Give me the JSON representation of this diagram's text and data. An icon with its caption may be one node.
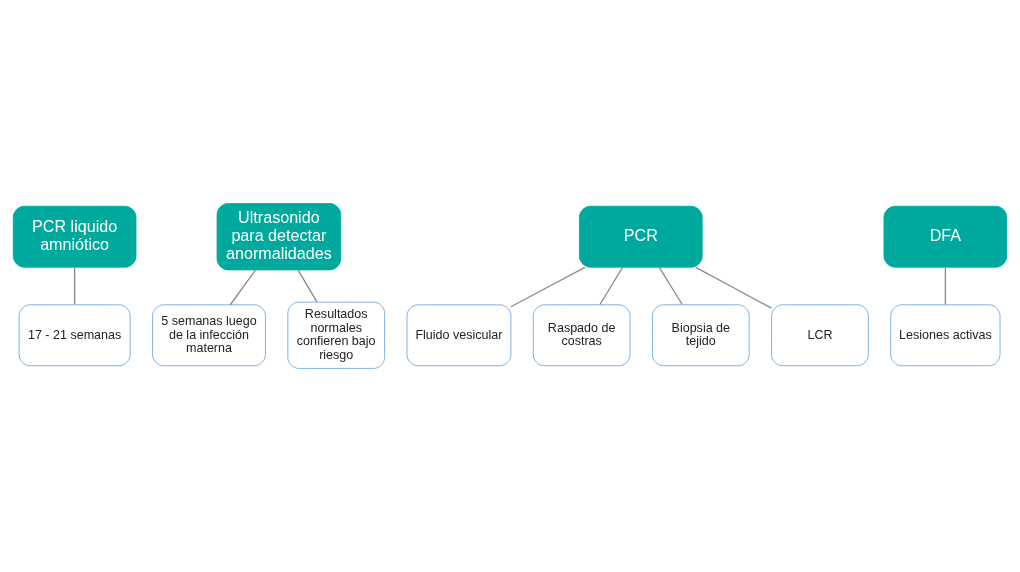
{
  "diagram": {
    "nodes": [
      {
        "text": [
          "PCR liquido amniótico"
        ]
      },
      {
        "text": [
          "17 - 21 semanas"
        ]
      },
      {
        "text": [
          "Ultrasonido para detectar anormalidades"
        ]
      },
      {
        "text": [
          "5 semanas luego de la infección materna"
        ]
      },
      {
        "text": [
          "Resultados normales confieren bajo riesgo"
        ]
      },
      {
        "text": [
          "PCR"
        ]
      },
      {
        "text": [
          "Fluido vesicular"
        ]
      },
      {
        "text": [
          "Raspado de costras"
        ]
      },
      {
        "text": [
          "Biopsia de tejido"
        ]
      },
      {
        "text": [
          "LCR"
        ]
      },
      {
        "text": [
          "DFA"
        ]
      },
      {
        "text": [
          "Lesiones activas"
        ]
      }
    ],
    "edges": [
      {
        "from": 0,
        "to": 1,
        "arrow": "none"
      },
      {
        "from": 2,
        "to": 3,
        "arrow": "none"
      },
      {
        "from": 2,
        "to": 4,
        "arrow": "none"
      },
      {
        "from": 5,
        "to": 6,
        "arrow": "none"
      },
      {
        "from": 5,
        "to": 7,
        "arrow": "none"
      },
      {
        "from": 5,
        "to": 8,
        "arrow": "none"
      },
      {
        "from": 5,
        "to": 9,
        "arrow": "none"
      },
      {
        "from": 10,
        "to": 11,
        "arrow": "none"
      }
    ]
  }
}
